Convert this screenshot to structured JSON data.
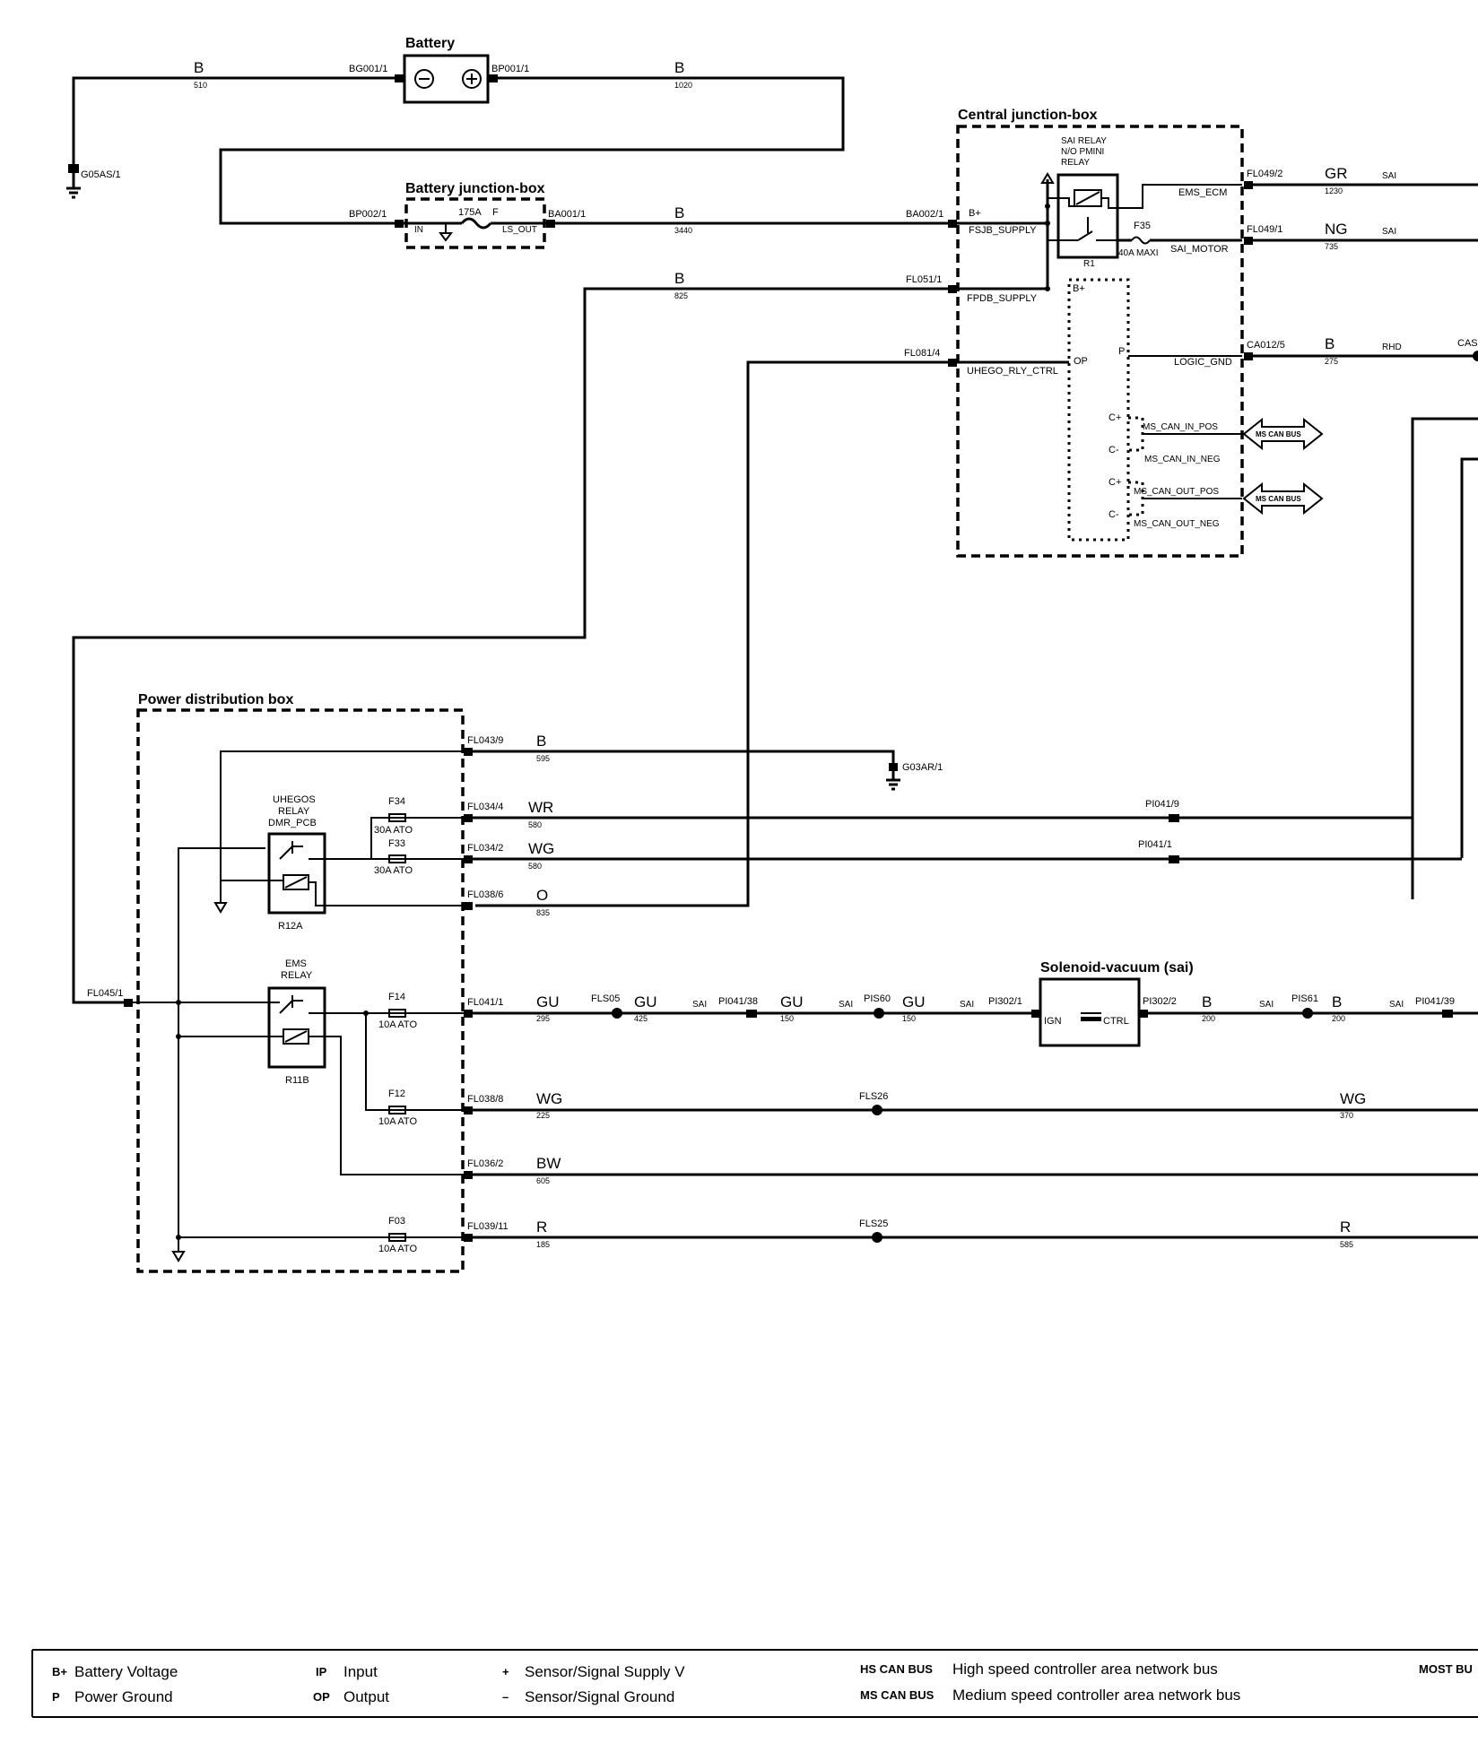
{
  "titles": {
    "battery": "Battery",
    "battery_jbox": "Battery junction-box",
    "central_jbox": "Central junction-box",
    "power_box": "Power distribution box",
    "solenoid": "Solenoid-vacuum (sai)"
  },
  "connectors": {
    "bg001": "BG001/1",
    "bp001": "BP001/1",
    "g05as": "G05AS/1",
    "bp002": "BP002/1",
    "ba001": "BA001/1",
    "ba002": "BA002/1",
    "fl051": "FL051/1",
    "fl081": "FL081/4",
    "fl049_2": "FL049/2",
    "fl049_1": "FL049/1",
    "ca012": "CA012/5",
    "fl043": "FL043/9",
    "g03ar": "G03AR/1",
    "fl034_4": "FL034/4",
    "fl034_2": "FL034/2",
    "fl038_6": "FL038/6",
    "pi041_9": "PI041/9",
    "pi041_1": "PI041/1",
    "fl045": "FL045/1",
    "fl041": "FL041/1",
    "fls05": "FLS05",
    "pi041_38": "PI041/38",
    "pis60": "PIS60",
    "pi302_1": "PI302/1",
    "pi302_2": "PI302/2",
    "pis61": "PIS61",
    "pi041_39": "PI041/39",
    "fl038_8": "FL038/8",
    "fls26": "FLS26",
    "fl036_2": "FL036/2",
    "fl039": "FL039/11",
    "fls25": "FLS25",
    "cas": "CAS"
  },
  "wires": {
    "w510": {
      "color": "B",
      "num": "510"
    },
    "w1020": {
      "color": "B",
      "num": "1020"
    },
    "w3440": {
      "color": "B",
      "num": "3440"
    },
    "w825": {
      "color": "B",
      "num": "825"
    },
    "w1230": {
      "color": "GR",
      "num": "1230"
    },
    "w735": {
      "color": "NG",
      "num": "735"
    },
    "w275": {
      "color": "B",
      "num": "275"
    },
    "w595": {
      "color": "B",
      "num": "595"
    },
    "w580a": {
      "color": "WR",
      "num": "580"
    },
    "w580b": {
      "color": "WG",
      "num": "580"
    },
    "w835": {
      "color": "O",
      "num": "835"
    },
    "w295": {
      "color": "GU",
      "num": "295"
    },
    "w425": {
      "color": "GU",
      "num": "425"
    },
    "w150a": {
      "color": "GU",
      "num": "150"
    },
    "w150b": {
      "color": "GU",
      "num": "150"
    },
    "w200a": {
      "color": "B",
      "num": "200"
    },
    "w200b": {
      "color": "B",
      "num": "200"
    },
    "w225": {
      "color": "WG",
      "num": "225"
    },
    "w370": {
      "color": "WG",
      "num": "370"
    },
    "w605": {
      "color": "BW",
      "num": "605"
    },
    "w185": {
      "color": "R",
      "num": "185"
    },
    "w585": {
      "color": "R",
      "num": "585"
    }
  },
  "tags": {
    "sai": "SAI",
    "rhd": "RHD"
  },
  "pins": {
    "in": "IN",
    "ls_out": "LS_OUT",
    "bplus": "B+",
    "fsjb": "FSJB_SUPPLY",
    "fpdb": "FPDB_SUPPLY",
    "uhego_ctrl": "UHEGO_RLY_CTRL",
    "op": "OP",
    "ems_ecm": "EMS_ECM",
    "sai_motor": "SAI_MOTOR",
    "p": "P",
    "logic_gnd": "LOGIC_GND",
    "cplus": "C+",
    "cminus": "C-",
    "ms_in_pos": "MS_CAN_IN_POS",
    "ms_in_neg": "MS_CAN_IN_NEG",
    "ms_out_pos": "MS_CAN_OUT_POS",
    "ms_out_neg": "MS_CAN_OUT_NEG",
    "ign": "IGN",
    "ctrl": "CTRL",
    "bplus2": "B+"
  },
  "components": {
    "fuse175": "175A",
    "fuse175_f": "F",
    "sai_relay_1": "SAI RELAY",
    "sai_relay_2": "N/O PMINI",
    "sai_relay_3": "RELAY",
    "r1": "R1",
    "f35": "F35",
    "f35_rating": "40A MAXI",
    "mscan": "MS CAN BUS",
    "uhegos_1": "UHEGOS",
    "uhegos_2": "RELAY",
    "uhegos_3": "DMR_PCB",
    "r12a": "R12A",
    "f34": "F34",
    "f34_rating": "30A  ATO",
    "f33": "F33",
    "f33_rating": "30A  ATO",
    "ems_1": "EMS",
    "ems_2": "RELAY",
    "r11b": "R11B",
    "f14": "F14",
    "f14_rating": "10A ATO",
    "f12": "F12",
    "f12_rating": "10A ATO",
    "f03": "F03",
    "f03_rating": "10A ATO"
  },
  "legend": {
    "bplus_k": "B+",
    "bplus_v": "Battery Voltage",
    "p_k": "P",
    "p_v": "Power Ground",
    "ip_k": "IP",
    "ip_v": "Input",
    "op_k": "OP",
    "op_v": "Output",
    "plus_k": "+",
    "plus_v": "Sensor/Signal Supply V",
    "minus_k": "–",
    "minus_v": "Sensor/Signal Ground",
    "hs_k": "HS CAN BUS",
    "hs_v": "High speed controller area network bus",
    "ms_k": "MS CAN BUS",
    "ms_v": "Medium speed controller area network bus",
    "most_k": "MOST BU"
  }
}
